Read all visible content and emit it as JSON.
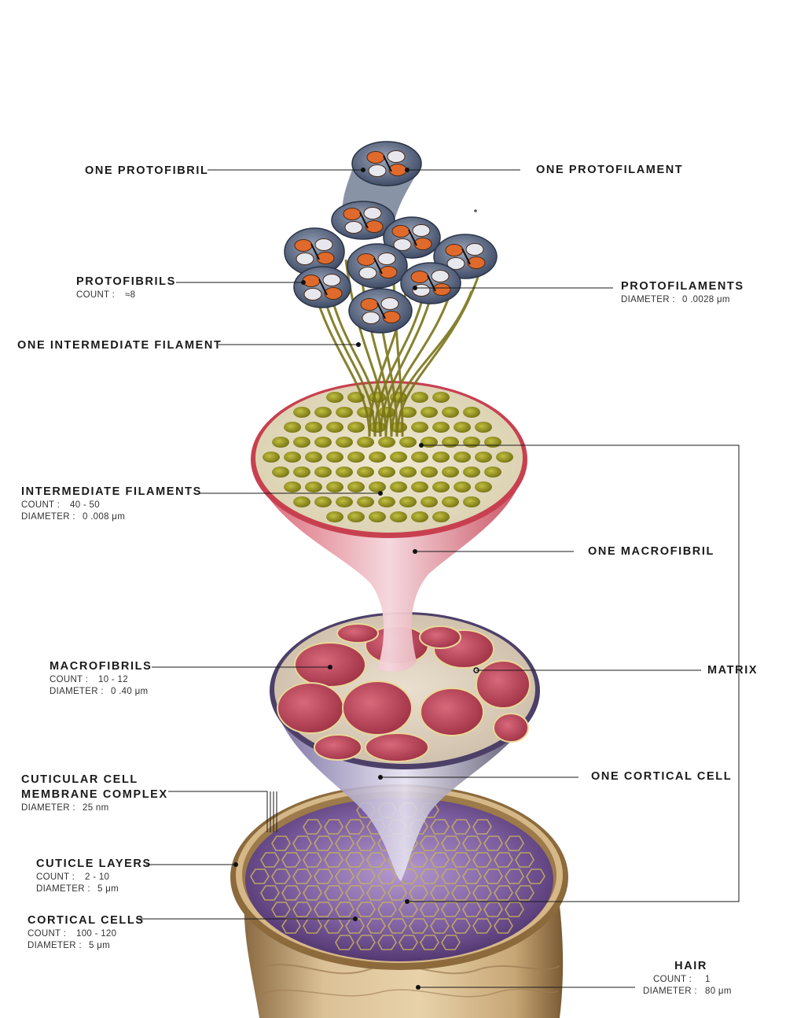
{
  "labels": {
    "one_protofibril": "ONE PROTOFIBRIL",
    "one_protofilament": "ONE PROTOFILAMENT",
    "protofibrils": {
      "title": "PROTOFIBRILS",
      "count_key": "COUNT :",
      "count_val": "≈8"
    },
    "protofilaments": {
      "title": "PROTOFILAMENTS",
      "diameter_key": "DIAMETER :",
      "diameter_val": "0 .0028 μm"
    },
    "one_intermediate_filament": "ONE INTERMEDIATE FILAMENT",
    "intermediate_filaments": {
      "title": "INTERMEDIATE FILAMENTS",
      "count_key": "COUNT :",
      "count_val": "40 - 50",
      "diameter_key": "DIAMETER :",
      "diameter_val": "0 .008 μm"
    },
    "one_macrofibril": "ONE MACROFIBRIL",
    "macrofibrils": {
      "title": "MACROFIBRILS",
      "count_key": "COUNT :",
      "count_val": "10 - 12",
      "diameter_key": "DIAMETER :",
      "diameter_val": "0 .40 μm"
    },
    "matrix": "MATRIX",
    "cuticular_cell": {
      "title_line1": "CUTICULAR CELL",
      "title_line2": "MEMBRANE COMPLEX",
      "diameter_key": "DIAMETER :",
      "diameter_val": "25 nm"
    },
    "one_cortical_cell": "ONE CORTICAL CELL",
    "cuticle_layers": {
      "title": "CUTICLE LAYERS",
      "count_key": "COUNT :",
      "count_val": "2 - 10",
      "diameter_key": "DIAMETER :",
      "diameter_val": "5 μm"
    },
    "cortical_cells": {
      "title": "CORTICAL CELLS",
      "count_key": "COUNT :",
      "count_val": "100 - 120",
      "diameter_key": "DIAMETER :",
      "diameter_val": "5 μm"
    },
    "hair": {
      "title": "HAIR",
      "count_key": "COUNT :",
      "count_val": "1",
      "diameter_key": "DIAMETER :",
      "diameter_val": "80 μm"
    }
  },
  "colors": {
    "leader_line": "#1a1a1a",
    "hair_shaft": "#d8b98c",
    "cortex_purple": "#6b4c8a",
    "macrofibril_red": "#b8485c",
    "filament_olive": "#8a8a20",
    "protofilament_orange": "#e06a2c"
  }
}
